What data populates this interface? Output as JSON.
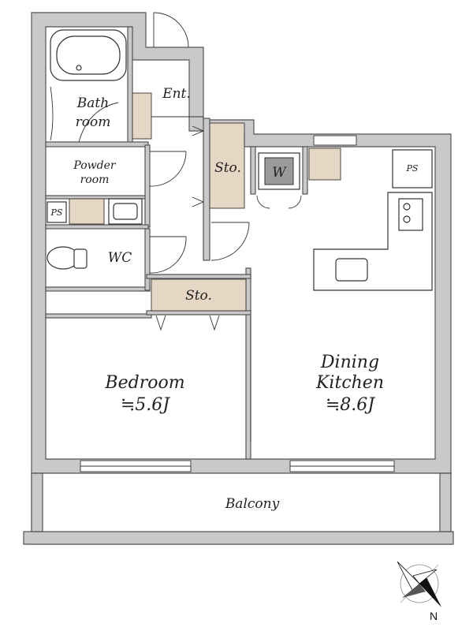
{
  "rooms": {
    "bath_line1": "Bath",
    "bath_line2": "room",
    "entrance": "Ent.",
    "powder_line1": "Powder",
    "powder_line2": "room",
    "ps_left": "PS",
    "wc": "WC",
    "storage_upper": "Sto.",
    "washer": "W",
    "ps_right": "PS",
    "storage_lower": "Sto.",
    "bedroom": "Bedroom",
    "bedroom_size": "≒5.6J",
    "dining_line1": "Dining",
    "dining_line2": "Kitchen",
    "dining_size": "≒8.6J",
    "balcony": "Balcony"
  },
  "compass": {
    "north_label": "N"
  },
  "colors": {
    "wall": "#c9c9c9",
    "storage": "#e6d6c4",
    "washer": "#9a9a9a"
  }
}
